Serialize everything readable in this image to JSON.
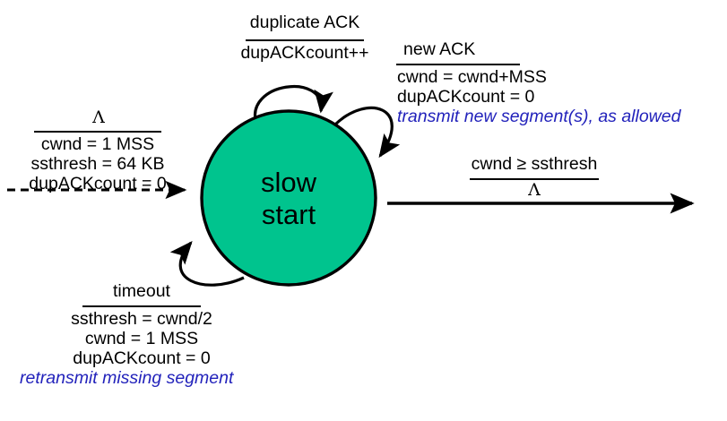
{
  "diagram": {
    "title": "TCP slow start state transition",
    "state": {
      "name": "slow-start",
      "line1": "slow",
      "line2": "start",
      "fill_color": "#00c48e",
      "stroke_color": "#000000"
    },
    "colors": {
      "action_text": "#2222bb",
      "line": "#000000",
      "background": "#ffffff"
    },
    "transitions": [
      {
        "id": "initial-entry",
        "kind": "entry-dashed-arrow",
        "event": "Λ",
        "actions": [
          "cwnd = 1 MSS",
          "ssthresh = 64 KB",
          "dupACKcount = 0"
        ],
        "blue_action": ""
      },
      {
        "id": "duplicate-ack-self-loop",
        "kind": "self-loop-top",
        "event": "duplicate ACK",
        "actions": [
          "dupACKcount++"
        ],
        "blue_action": ""
      },
      {
        "id": "new-ack-self-loop",
        "kind": "self-loop-right",
        "event": "new ACK",
        "actions": [
          "cwnd = cwnd+MSS",
          "dupACKcount = 0"
        ],
        "blue_action": "transmit new segment(s), as allowed"
      },
      {
        "id": "timeout-self-loop",
        "kind": "self-loop-bottom-left",
        "event": "timeout",
        "actions": [
          "ssthresh = cwnd/2",
          "cwnd = 1 MSS",
          "dupACKcount = 0"
        ],
        "blue_action": "retransmit missing segment"
      },
      {
        "id": "exit-to-congestion-avoidance",
        "kind": "exit-arrow-right",
        "event": "cwnd ≥ ssthresh",
        "actions": [
          "Λ"
        ],
        "blue_action": ""
      }
    ]
  }
}
